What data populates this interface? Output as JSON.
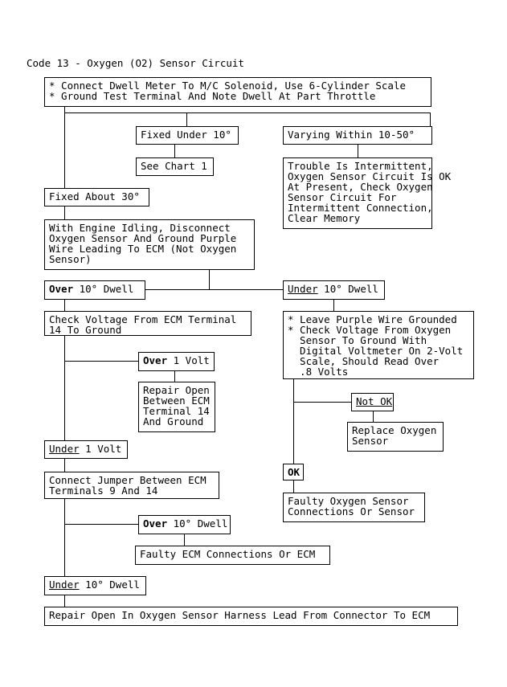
{
  "chart_data": {
    "type": "diagram",
    "title": "Code 13 - Oxygen (O2) Sensor Circuit",
    "diagram_kind": "troubleshooting-flowchart",
    "nodes": [
      {
        "id": "start",
        "label": "* Connect Dwell Meter To M/C Solenoid, Use 6-Cylinder Scale\n* Ground Test Terminal And Note Dwell At Part Throttle"
      },
      {
        "id": "fixed-under-10",
        "label": "Fixed Under 10°"
      },
      {
        "id": "see-chart-1",
        "label": "See Chart 1"
      },
      {
        "id": "varying-10-50",
        "label": "Varying Within 10-50°"
      },
      {
        "id": "trouble-intermittent",
        "label": "Trouble Is Intermittent,\nOxygen Sensor Circuit Is OK\nAt Present, Check Oxygen\nSensor Circuit For\nIntermittent Connection,\nClear Memory"
      },
      {
        "id": "fixed-about-30",
        "label": "Fixed About 30°"
      },
      {
        "id": "disconnect-sensor",
        "label": "With Engine Idling, Disconnect\nOxygen Sensor And Ground Purple\nWire Leading To ECM (Not Oxygen\nSensor)"
      },
      {
        "id": "over-10-dwell-a",
        "label_bold": "Over",
        "label_rest": " 10° Dwell"
      },
      {
        "id": "under-10-dwell-a",
        "label_underline": "Under",
        "label_rest": " 10° Dwell"
      },
      {
        "id": "check-voltage-term14",
        "label": "Check Voltage From ECM Terminal\n14 To Ground"
      },
      {
        "id": "leave-purple-grounded",
        "label": "* Leave Purple Wire Grounded\n* Check Voltage From Oxygen\n  Sensor To Ground With\n  Digital Voltmeter On 2-Volt\n  Scale, Should Read Over\n  .8 Volts"
      },
      {
        "id": "over-1-volt",
        "label_bold": "Over",
        "label_rest": " 1 Volt"
      },
      {
        "id": "repair-open-term14",
        "label": "Repair Open\nBetween ECM\nTerminal 14\nAnd Ground"
      },
      {
        "id": "not-ok",
        "label_underline": "Not OK"
      },
      {
        "id": "replace-oxygen-sensor",
        "label": "Replace Oxygen\nSensor"
      },
      {
        "id": "under-1-volt",
        "label_underline": "Under",
        "label_rest": " 1 Volt"
      },
      {
        "id": "ok",
        "label_bold": "OK"
      },
      {
        "id": "connect-jumper",
        "label": "Connect Jumper Between ECM\nTerminals 9 And 14"
      },
      {
        "id": "faulty-oxygen-connections",
        "label": "Faulty Oxygen Sensor\nConnections Or Sensor"
      },
      {
        "id": "over-10-dwell-b",
        "label_bold": "Over",
        "label_rest": " 10° Dwell"
      },
      {
        "id": "faulty-ecm",
        "label": "Faulty ECM Connections Or ECM"
      },
      {
        "id": "under-10-dwell-b",
        "label_underline": "Under",
        "label_rest": " 10° Dwell"
      },
      {
        "id": "repair-open-harness",
        "label": "Repair Open In Oxygen Sensor Harness Lead From Connector To ECM"
      }
    ],
    "colors": {
      "stroke": "#000000",
      "background": "#ffffff",
      "text": "#000000"
    }
  },
  "title": "Code 13 - Oxygen (O2) Sensor Circuit",
  "boxes": {
    "start": "* Connect Dwell Meter To M/C Solenoid, Use 6-Cylinder Scale\n* Ground Test Terminal And Note Dwell At Part Throttle",
    "fixed_under_10": "Fixed Under 10°",
    "see_chart_1": "See Chart 1",
    "varying_10_50": "Varying Within 10-50°",
    "trouble_intermittent": "Trouble Is Intermittent,\nOxygen Sensor Circuit Is OK\nAt Present, Check Oxygen\nSensor Circuit For\nIntermittent Connection,\nClear Memory",
    "fixed_about_30": "Fixed About 30°",
    "disconnect_sensor": "With Engine Idling, Disconnect\nOxygen Sensor And Ground Purple\nWire Leading To ECM (Not Oxygen\nSensor)",
    "over_label": "Over",
    "under_label": "Under",
    "dwell_10_rest": " 10° Dwell",
    "volt_1_rest": " 1 Volt",
    "check_voltage_term14": "Check Voltage From ECM Terminal\n14 To Ground",
    "leave_purple_grounded": "* Leave Purple Wire Grounded\n* Check Voltage From Oxygen\n  Sensor To Ground With\n  Digital Voltmeter On 2-Volt\n  Scale, Should Read Over\n  .8 Volts",
    "repair_open_term14": "Repair Open\nBetween ECM\nTerminal 14\nAnd Ground",
    "not_ok": "Not OK",
    "replace_oxygen_sensor": "Replace Oxygen\nSensor",
    "ok": "OK",
    "connect_jumper": "Connect Jumper Between ECM\nTerminals 9 And 14",
    "faulty_oxygen_connections": "Faulty Oxygen Sensor\nConnections Or Sensor",
    "faulty_ecm": "Faulty ECM Connections Or ECM",
    "repair_open_harness": "Repair Open In Oxygen Sensor Harness Lead From Connector To ECM"
  }
}
